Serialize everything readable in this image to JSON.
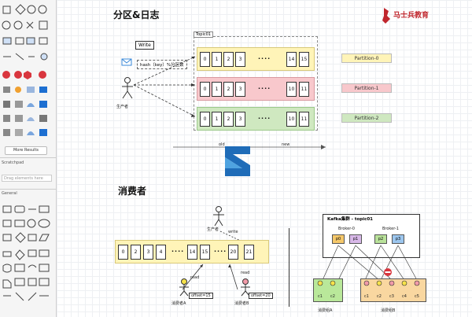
{
  "sidebar": {
    "more_results": "More Results",
    "scratchpad_label": "Scratchpad",
    "search_placeholder": "Drag elements here",
    "general_label": "General"
  },
  "top": {
    "section_title": "分区&日志",
    "brand": "马士兵教育",
    "topic_label": "Topic01",
    "write_label": "Write",
    "hash_label": "hash（key）%分区数",
    "producer_label": "生产者",
    "partitions": [
      {
        "label": "Partition-0",
        "cells": [
          "0",
          "1",
          "2",
          "3"
        ],
        "dots": "....",
        "tail": [
          "14",
          "15"
        ],
        "color": "#fff4b8"
      },
      {
        "label": "Partition-1",
        "cells": [
          "0",
          "1",
          "2",
          "3"
        ],
        "dots": "....",
        "tail": [
          "10",
          "11"
        ],
        "color": "#f8c8cc"
      },
      {
        "label": "Partition-2",
        "cells": [
          "0",
          "1",
          "2",
          "3"
        ],
        "dots": "....",
        "tail": [
          "10",
          "11"
        ],
        "color": "#cfe8c0"
      }
    ],
    "old_label": "old",
    "new_label": "new"
  },
  "bottom": {
    "section_title": "消费者",
    "producer_label": "生产者",
    "write_label": "write",
    "log_cells": [
      "0",
      "2",
      "3",
      "4"
    ],
    "log_dots": "....",
    "log_tail": [
      "14",
      "15"
    ],
    "log_dots2": "....",
    "log_end": [
      "20",
      "21"
    ],
    "read_a": "read",
    "read_b": "read",
    "offset_a": "offset=15",
    "offset_b": "offset=20",
    "consumer_a": "消费者A",
    "consumer_b": "消费者B",
    "cluster_title": "Kafka集群 - topic01",
    "broker0": "Broker-0",
    "broker1": "Broker-1",
    "brokers_parts": [
      "p0",
      "p1",
      "p2",
      "p3"
    ],
    "group_a": "消费组A",
    "group_b": "消费组B",
    "group_a_consumers": [
      "c1",
      "c2"
    ],
    "group_b_consumers": [
      "c1",
      "c2",
      "c3",
      "c4",
      "c5"
    ]
  }
}
